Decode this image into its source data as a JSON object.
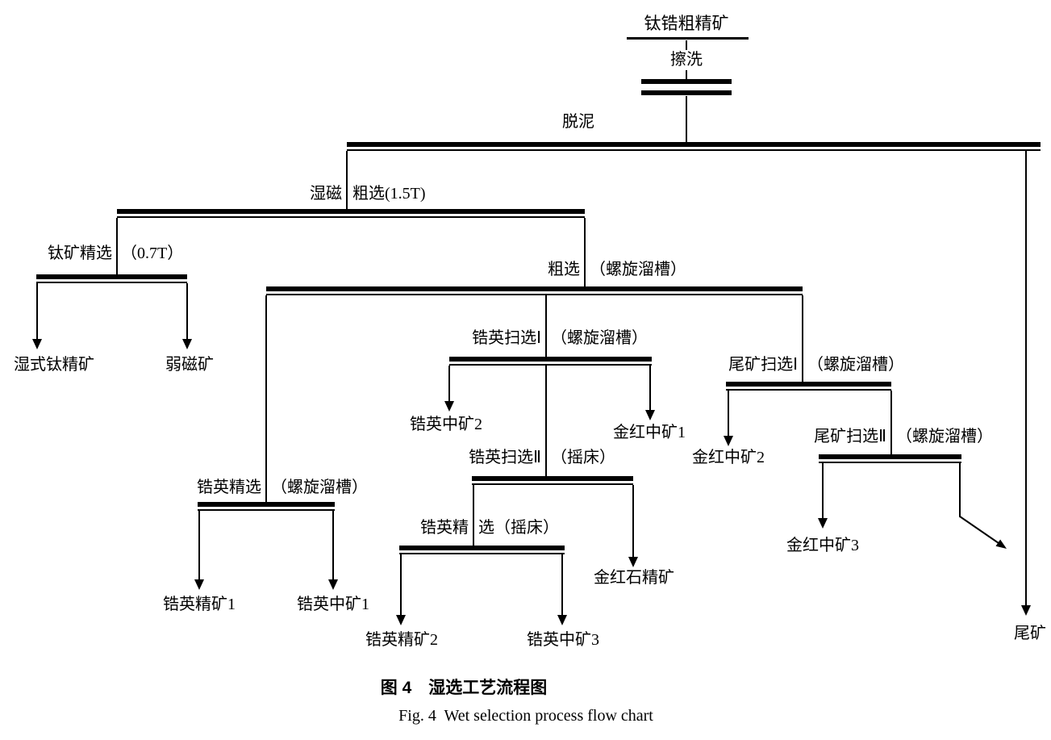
{
  "figure": {
    "caption_cn": "图 4　湿选工艺流程图",
    "caption_en": "Fig. 4  Wet selection process flow chart"
  },
  "nodes": {
    "feed": {
      "label": "钛锆粗精矿"
    },
    "scrub": {
      "label": "擦洗"
    },
    "deslime": {
      "label": "脱泥"
    },
    "wet_mag_rougher": {
      "left": "湿磁",
      "right": "粗选(1.5T)"
    },
    "ti_cleaner": {
      "left": "钛矿精选",
      "right": "（0.7T）"
    },
    "rougher_spiral": {
      "left": "粗选",
      "right": "（螺旋溜槽）"
    },
    "zircon_scav_1": {
      "left": "锆英扫选Ⅰ",
      "right": "（螺旋溜槽）"
    },
    "zircon_scav_2": {
      "left": "锆英扫选Ⅱ",
      "right": "（摇床）"
    },
    "zircon_cleaner_table": {
      "left": "锆英精",
      "right": "选（摇床）"
    },
    "zircon_cleaner_spiral": {
      "left": "锆英精选",
      "right": "（螺旋溜槽）"
    },
    "tailings_scav_1": {
      "left": "尾矿扫选Ⅰ",
      "right": "（螺旋溜槽）"
    },
    "tailings_scav_2": {
      "left": "尾矿扫选Ⅱ",
      "right": "（螺旋溜槽）"
    }
  },
  "products": {
    "wet_ti_concentrate": "湿式钛精矿",
    "weak_magnetic_ore": "弱磁矿",
    "zircon_concentrate_1": "锆英精矿1",
    "zircon_middlings_1": "锆英中矿1",
    "zircon_middlings_2": "锆英中矿2",
    "rutile_middlings_1": "金红中矿1",
    "zircon_concentrate_2": "锆英精矿2",
    "zircon_middlings_3": "锆英中矿3",
    "rutile_concentrate": "金红石精矿",
    "rutile_middlings_2": "金红中矿2",
    "rutile_middlings_3": "金红中矿3",
    "tailings": "尾矿"
  }
}
